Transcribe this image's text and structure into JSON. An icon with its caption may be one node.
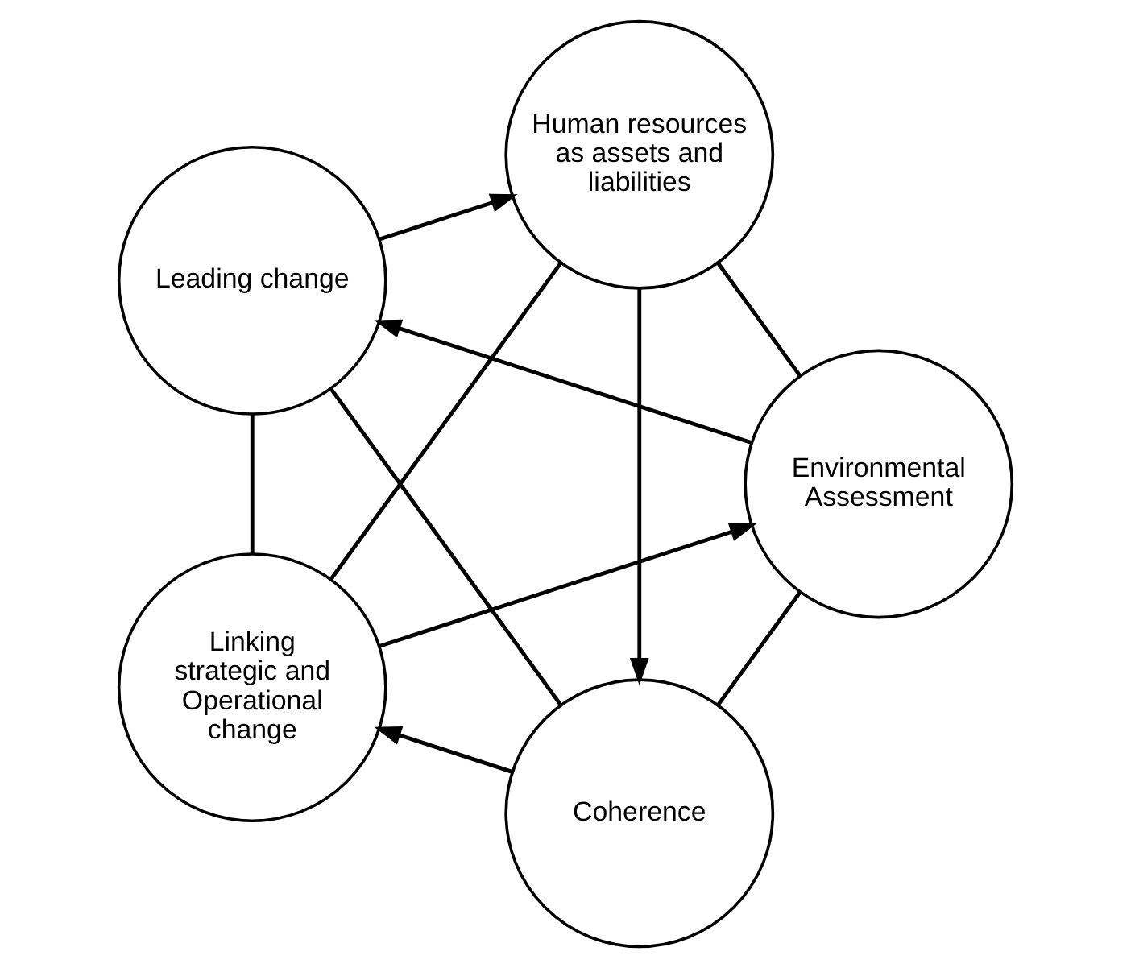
{
  "diagram": {
    "nodes": [
      {
        "text": [
          "Coherence"
        ]
      },
      {
        "text": [
          "Environmental Assessment"
        ]
      },
      {
        "text": [
          "Leading change"
        ]
      },
      {
        "text": [
          "Human resources as assets and liabilities"
        ]
      },
      {
        "text": [
          "Linking strategic and Operational change"
        ]
      }
    ],
    "edges": [
      {
        "from": 0,
        "to": 2,
        "arrow": "none"
      },
      {
        "from": 2,
        "to": 4,
        "arrow": "none"
      },
      {
        "from": 4,
        "to": 3,
        "arrow": "none"
      },
      {
        "from": 3,
        "to": 1,
        "arrow": "none"
      },
      {
        "from": 1,
        "to": 0,
        "arrow": "none"
      },
      {
        "from": 1,
        "to": 2,
        "arrow": "to"
      },
      {
        "from": 0,
        "to": 4,
        "arrow": "to"
      },
      {
        "from": 2,
        "to": 3,
        "arrow": "to"
      },
      {
        "from": 4,
        "to": 1,
        "arrow": "to"
      },
      {
        "from": 3,
        "to": 0,
        "arrow": "to"
      }
    ]
  }
}
